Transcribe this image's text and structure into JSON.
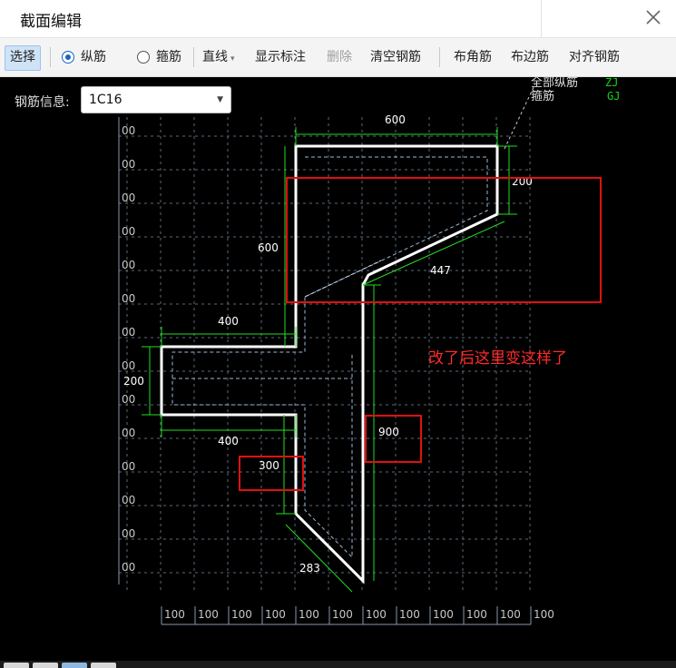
{
  "window": {
    "title": "截面编辑"
  },
  "toolbar": {
    "select": "选择",
    "radio_longitudinal": "纵筋",
    "radio_stirrup": "箍筋",
    "line_mode": "直线",
    "show_label": "显示标注",
    "delete": "删除",
    "clear_rebar": "清空钢筋",
    "corner_rebar": "布角筋",
    "edge_rebar": "布边筋",
    "align_rebar": "对齐钢筋"
  },
  "rebar_info": {
    "label": "钢筋信息:",
    "value": "1C16"
  },
  "legend": {
    "items": [
      {
        "label": "全部纵筋",
        "code": "ZJ"
      },
      {
        "label": "箍筋",
        "code": "GJ"
      }
    ]
  },
  "drawing": {
    "grid_left_labels": [
      "00",
      "00",
      "00",
      "00",
      "00",
      "00",
      "00",
      "00",
      "00",
      "00",
      "00",
      "00",
      "00",
      "00"
    ],
    "grid_bottom_labels": [
      "100",
      "100",
      "100",
      "100",
      "100",
      "100",
      "100",
      "100",
      "100",
      "100",
      "100",
      "100"
    ],
    "dimensions": {
      "top": "600",
      "right_top": "200",
      "left_upper": "600",
      "slope": "447",
      "arm_top": "400",
      "arm_left": "200",
      "arm_bottom": "400",
      "lower_left": "300",
      "right_vertical": "900",
      "bottom_slope": "283"
    },
    "colors": {
      "outline": "#ffffff",
      "dim_line": "#22dd22",
      "grid": "#5a6a7a",
      "highlight_box": "#e01010",
      "stirrup": "#9ab8d8"
    }
  },
  "annotation": {
    "note": "改了后这里变这样了"
  }
}
